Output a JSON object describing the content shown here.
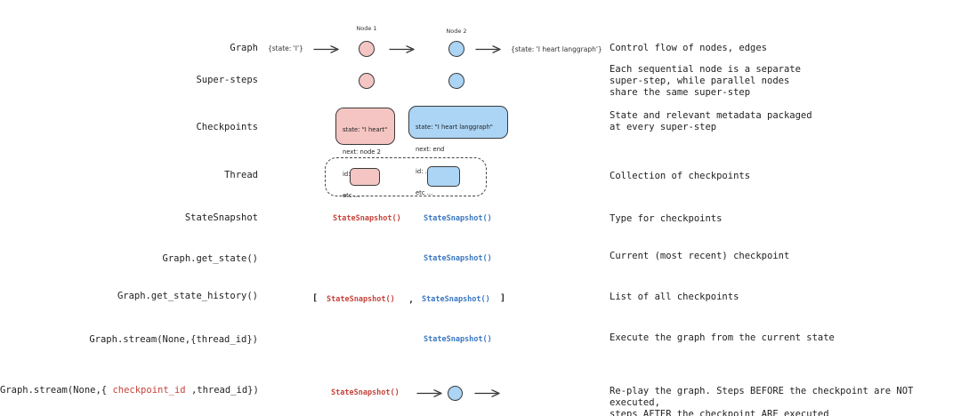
{
  "palette": {
    "ink": "#1f1f1f",
    "accent_red": "#c5443c",
    "accent_blue": "#3a78c2",
    "pink_fill": "#f4c5c2",
    "blue_fill": "#abd4f5"
  },
  "graph_row": {
    "label": "Graph",
    "state_in": "{state: 'I'}",
    "node1_label": "Node 1",
    "node2_label": "Node 2",
    "state_out": "{state: 'I heart langgraph'}",
    "description": "Control flow of nodes, edges"
  },
  "supersteps_row": {
    "label": "Super-steps",
    "description": "Each sequential node is a separate\nsuper-step, while parallel nodes\nshare the same super-step"
  },
  "checkpoints_row": {
    "label": "Checkpoints",
    "pink_box": {
      "line1": "state: \"I heart\"",
      "line2": "next: node 2",
      "line3": "id: ...",
      "line4": "etc ..."
    },
    "blue_box": {
      "line1": "state: \"I heart langgraph\"",
      "line2": "next: end",
      "line3": "id: ...",
      "line4": "etc ..."
    },
    "description": "State and relevant metadata packaged\nat every super-step"
  },
  "thread_row": {
    "label": "Thread",
    "description": "Collection of checkpoints"
  },
  "statesnapshot_row": {
    "label": "StateSnapshot",
    "code_red": "StateSnapshot()",
    "code_blue": "StateSnapshot()",
    "description": "Type for checkpoints"
  },
  "get_state_row": {
    "label": "Graph.get_state()",
    "code_blue": "StateSnapshot()",
    "description": "Current (most recent) checkpoint"
  },
  "get_state_history_row": {
    "label": "Graph.get_state_history()",
    "bracket_open": "[",
    "code_red": "StateSnapshot()",
    "comma": ",",
    "code_blue": "StateSnapshot()",
    "bracket_close": "]",
    "description": "List of all checkpoints"
  },
  "stream_row": {
    "label": "Graph.stream(None,{thread_id})",
    "code_blue": "StateSnapshot()",
    "description": "Execute the graph from the current state"
  },
  "replay_row": {
    "label_prefix": "Graph.stream(None,{ ",
    "label_highlight": "checkpoint_id",
    "label_suffix": " ,thread_id})",
    "code_red": "StateSnapshot()",
    "description": "Re-play the graph. Steps BEFORE the checkpoint are NOT executed,\nsteps AFTER the checkpoint ARE executed"
  }
}
